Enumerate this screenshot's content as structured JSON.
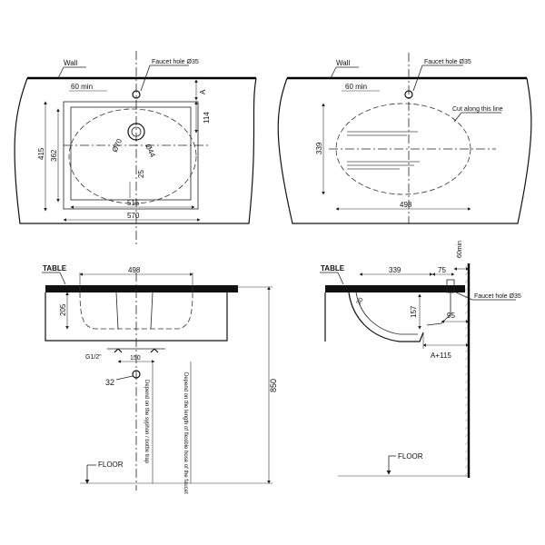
{
  "top_left": {
    "wall": "Wall",
    "faucet_hole": "Faucet hole Ø35",
    "min_60": "60 min",
    "a": "A",
    "d114": "114",
    "d415": "415",
    "d362": "362",
    "dia70": "Ø70",
    "dia44": "Ø44",
    "d25": "25",
    "d515": "515",
    "d570": "570"
  },
  "top_right": {
    "wall": "Wall",
    "faucet_hole": "Faucet hole Ø35",
    "min_60": "60 min",
    "cut_line": "Cut along this line",
    "d339": "339",
    "d498": "498"
  },
  "bottom_left": {
    "table": "TABLE",
    "d498": "498",
    "d205": "205",
    "g12": "G1/2\"",
    "d150": "150",
    "d32": "32",
    "d850": "850",
    "syphon": "Depend on the syphon / bottle trap",
    "faucet_len": "Depend on the length of flexible hose of the faucet",
    "floor": "FLOOR"
  },
  "bottom_right": {
    "table": "TABLE",
    "d339": "339",
    "d75": "75",
    "min_60": "60min",
    "d30": "30",
    "d157": "157",
    "faucet_hole": "Faucet hole Ø35",
    "d95": "95",
    "a115": "A+115",
    "floor": "FLOOR"
  }
}
